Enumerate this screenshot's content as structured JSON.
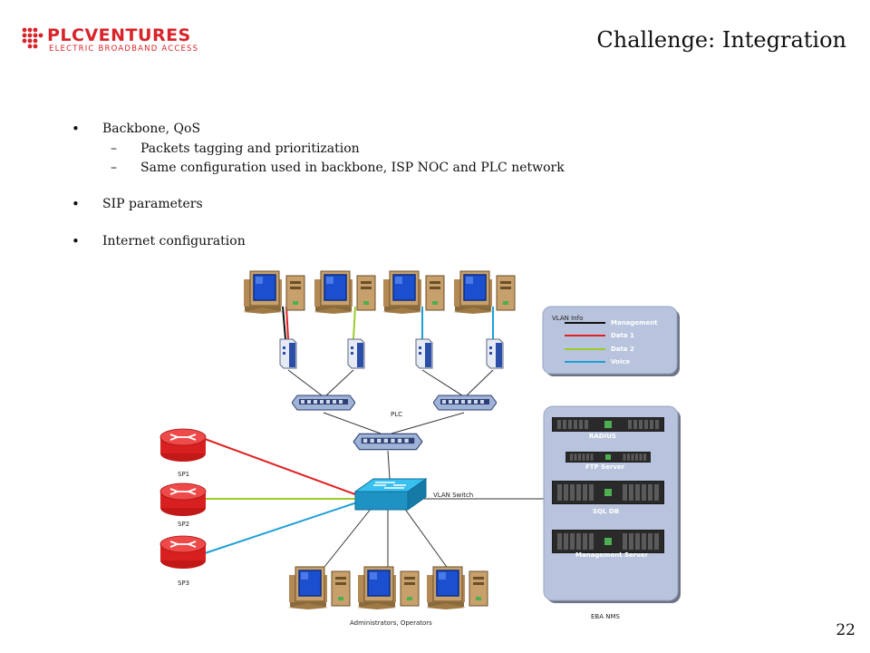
{
  "logo": {
    "name": "PLCVENTURES",
    "tagline": "ELECTRIC BROADBAND ACCESS"
  },
  "title": "Challenge: Integration",
  "bullets": [
    {
      "text": "Backbone, QoS",
      "sub": [
        "Packets tagging and prioritization",
        "Same configuration used in backbone, ISP NOC and PLC network"
      ]
    },
    {
      "text": "SIP parameters",
      "sub": []
    },
    {
      "text": "Internet configuration",
      "sub": []
    }
  ],
  "diagram": {
    "plc_label": "PLC",
    "switch_label": "VLAN Switch",
    "isps": [
      "SP1",
      "SP2",
      "SP3"
    ],
    "admins_label": "Administrators, Operators",
    "nms_label": "EBA NMS",
    "vlan_info": {
      "title": "VLAN Info",
      "entries": [
        {
          "label": "Management",
          "color": "#111111"
        },
        {
          "label": "Data 1",
          "color": "#e02020"
        },
        {
          "label": "Data 2",
          "color": "#9ccc2a"
        },
        {
          "label": "Voice",
          "color": "#1e9fd6"
        }
      ]
    },
    "servers": [
      "RADIUS",
      "FTP Server",
      "SQL DB",
      "Management Server"
    ]
  },
  "page_number": "22"
}
